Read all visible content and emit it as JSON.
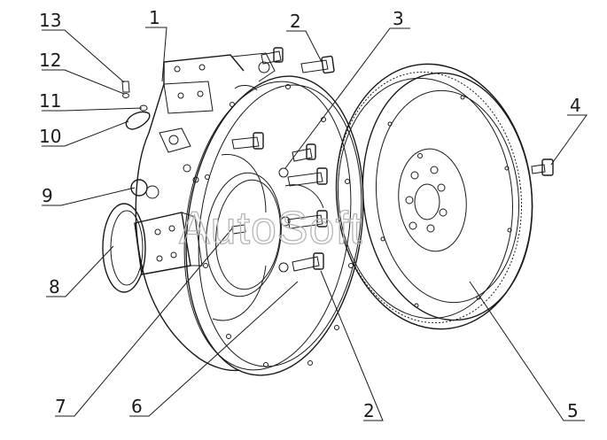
{
  "watermark": "AutoSoft",
  "callouts": [
    {
      "id": "c1",
      "text": "1"
    },
    {
      "id": "c2a",
      "text": "2"
    },
    {
      "id": "c2b",
      "text": "2"
    },
    {
      "id": "c3",
      "text": "3"
    },
    {
      "id": "c4",
      "text": "4"
    },
    {
      "id": "c5",
      "text": "5"
    },
    {
      "id": "c6",
      "text": "6"
    },
    {
      "id": "c7",
      "text": "7"
    },
    {
      "id": "c8",
      "text": "8"
    },
    {
      "id": "c9",
      "text": "9"
    },
    {
      "id": "c10",
      "text": "10"
    },
    {
      "id": "c11",
      "text": "11"
    },
    {
      "id": "c12",
      "text": "12"
    },
    {
      "id": "c13",
      "text": "13"
    }
  ]
}
